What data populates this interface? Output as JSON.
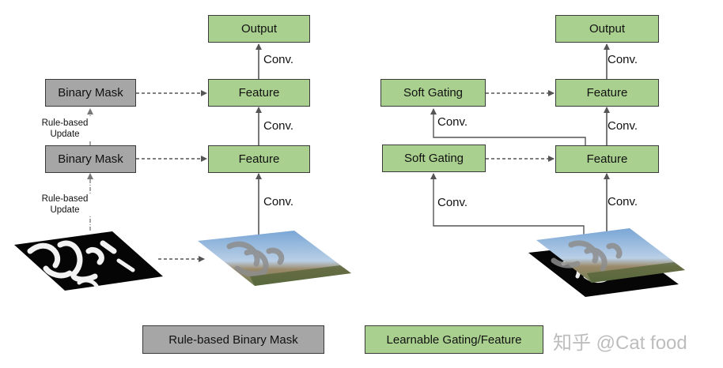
{
  "left": {
    "output": "Output",
    "feature_top": "Feature",
    "feature_bottom": "Feature",
    "mask_top": "Binary Mask",
    "mask_bottom": "Binary Mask",
    "conv_top": "Conv.",
    "conv_mid": "Conv.",
    "conv_bottom": "Conv.",
    "update_top": [
      "Rule-based",
      "Update"
    ],
    "update_bottom": [
      "Rule-based",
      "Update"
    ]
  },
  "right": {
    "output": "Output",
    "feature_top": "Feature",
    "feature_bottom": "Feature",
    "gating_top": "Soft Gating",
    "gating_bottom": "Soft Gating",
    "conv_top": "Conv.",
    "conv_mid": "Conv.",
    "conv_bottom": "Conv.",
    "conv_gate_mid": "Conv.",
    "conv_gate_bottom": "Conv."
  },
  "legend": {
    "gray_label": "Rule-based Binary Mask",
    "green_label": "Learnable Gating/Feature"
  },
  "watermark": "知乎 @Cat food",
  "colors": {
    "learnable": "#a9d08e",
    "rule_based": "#a6a6a6",
    "border": "#3a3a3a",
    "arrow": "#555555"
  }
}
